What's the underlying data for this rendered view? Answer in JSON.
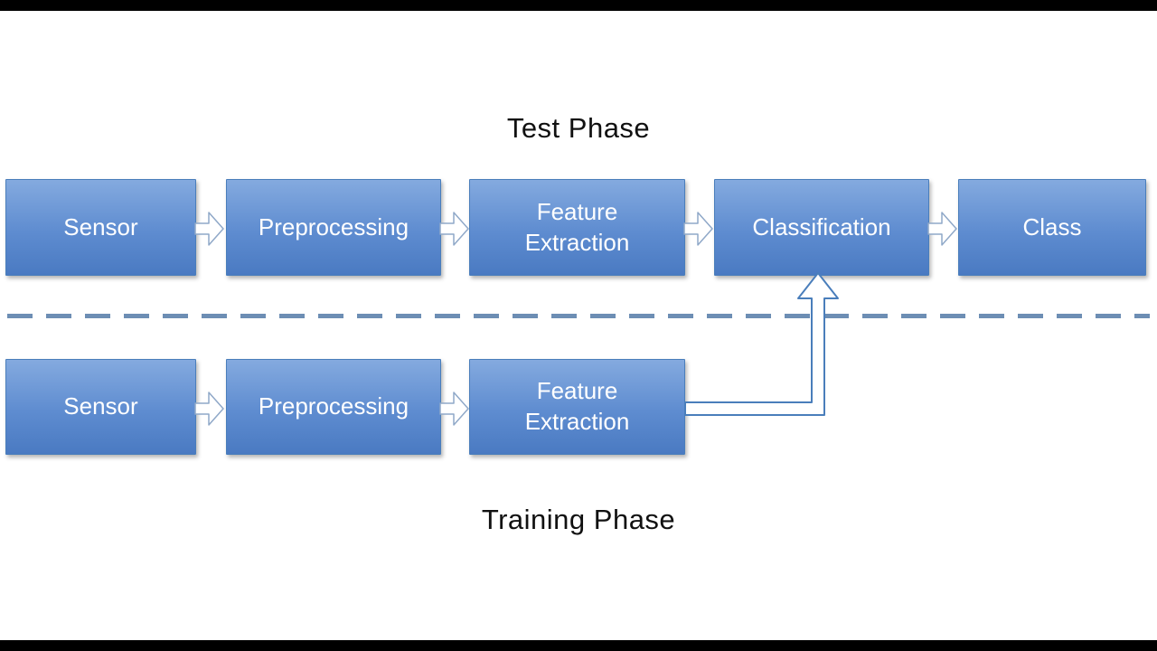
{
  "slide": {
    "test_phase_label": "Test Phase",
    "training_phase_label": "Training Phase"
  },
  "test_phase": {
    "boxes": [
      {
        "label": "Sensor"
      },
      {
        "label": "Preprocessing"
      },
      {
        "label": "Feature Extraction"
      },
      {
        "label": "Classification"
      },
      {
        "label": "Class"
      }
    ]
  },
  "training_phase": {
    "boxes": [
      {
        "label": "Sensor"
      },
      {
        "label": "Preprocessing"
      },
      {
        "label": "Feature Extraction"
      }
    ]
  },
  "colors": {
    "box_gradient_top": "#84AADF",
    "box_gradient_mid": "#5E8CD0",
    "box_gradient_bottom": "#4A7AC2",
    "box_border": "#4A7EBB",
    "arrow_fill": "#FFFFFF",
    "arrow_stroke": "#8FA8C8",
    "elbow_stroke": "#4A7EBB",
    "dashed_line": "#6D8EB4",
    "box_text": "#FFFFFF",
    "title_text": "#111111"
  }
}
